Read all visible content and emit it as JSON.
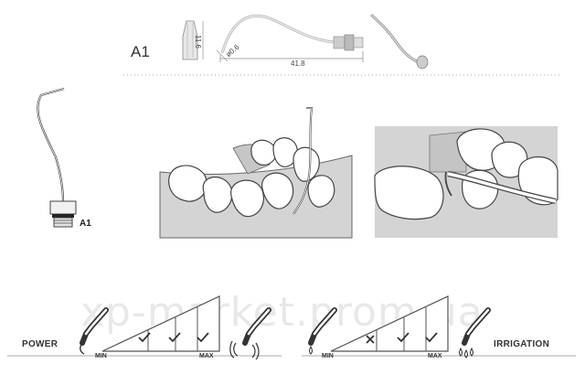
{
  "header": {
    "model_code": "A1",
    "dim_height": "11.6",
    "dim_diameter": "ø0.6",
    "dim_length": "41.8"
  },
  "tip": {
    "label": "A1"
  },
  "power": {
    "label": "POWER",
    "min": "MIN",
    "max": "MAX",
    "levels": [
      "empty",
      "check",
      "check",
      "check"
    ]
  },
  "irrigation": {
    "label": "IRRIGATION",
    "min": "MIN",
    "max": "MAX",
    "levels": [
      "empty",
      "cross",
      "check",
      "check"
    ]
  },
  "watermark": "xp-market.prom.ua",
  "colors": {
    "line": "#9a9a9a",
    "gum": "#d4d4d4",
    "tooth": "#ffffff",
    "ink": "#333333"
  }
}
